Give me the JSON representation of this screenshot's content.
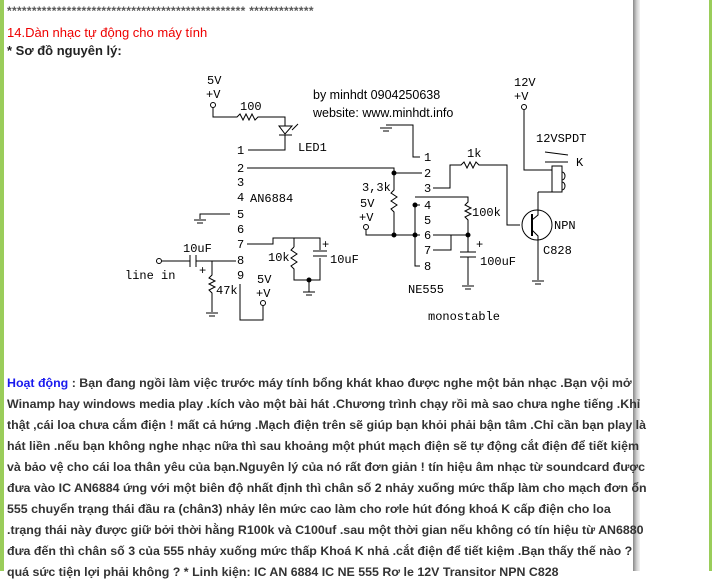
{
  "separator": "************************************************ *************",
  "section_title": "14.Dàn nhạc tự động cho máy tính",
  "schematic_heading": "* Sơ đồ nguyên lý:",
  "schematic": {
    "author": "by minhdt 0904250638",
    "website": "website: www.minhdt.info",
    "ic1": "AN6884",
    "ic2": "NE555",
    "mode": "monostable",
    "ic1_pins": [
      "1",
      "2",
      "3",
      "4",
      "5",
      "6",
      "7",
      "8",
      "9"
    ],
    "ic2_pins": [
      "1",
      "2",
      "3",
      "4",
      "5",
      "6",
      "7",
      "8"
    ],
    "labels": {
      "v5": "5V",
      "vplus": "+V",
      "v12": "12V",
      "r100": "100",
      "led": "LED1",
      "r33k": "3,3k",
      "r1k": "1k",
      "r100k": "100k",
      "c100uf": "100uF",
      "relay": "12VSPDT",
      "k": "K",
      "npn": "NPN",
      "c828": "C828",
      "c10uf_in": "10uF",
      "line_in": "line in",
      "r47k": "47k",
      "r10k": "10k",
      "c10uf": "10uF",
      "plus": "+"
    }
  },
  "description": {
    "label": "Hoạt động",
    "lines": [
      " : Bạn đang ngồi làm việc trước máy tính bổng khát khao được nghe một bản nhạc .Bạn vội mở",
      "Winamp hay windows media play .kích vào một bài hát .Chương trình chạy rồi mà sao chưa nghe tiếng .Khỉ",
      "thật ,cái loa chưa cắm điện ! mất cả hứng .Mạch điện trên sẽ giúp bạn khỏi phải bận tâm .Chỉ cần bạn play là",
      "hát liền .nếu bạn không nghe nhạc nữa thì sau khoảng một phút mạch điện sẽ tự động cắt điện để tiết kiệm",
      "và bảo vệ cho cái loa thân yêu của bạn.Nguyên lý của nó rất đơn giản ! tín hiệu âm nhạc từ soundcard được",
      "đưa vào IC AN6884 ứng với một biên độ nhất định thì chân số 2 nhảy xuống mức thấp làm cho mạch đơn ổn",
      "555 chuyển trạng thái đầu ra (chân3) nhảy lên mức cao làm cho rơle hút đóng khoá K cấp điện cho loa",
      ".trạng thái này được giữ bởi thời hằng R100k và C100uf .sau một thời gian nếu không có tín hiệu từ AN6880",
      "đưa đến thì chân số 3 của 555 nhảy xuống mức thấp Khoá K nhả .cắt điện để tiết kiệm .Bạn thấy thế nào ?",
      "quá sức tiện lợi phải không ? * Linh kiện: IC AN 6884 IC NE 555 Rơ le 12V Transitor NPN C828"
    ]
  }
}
